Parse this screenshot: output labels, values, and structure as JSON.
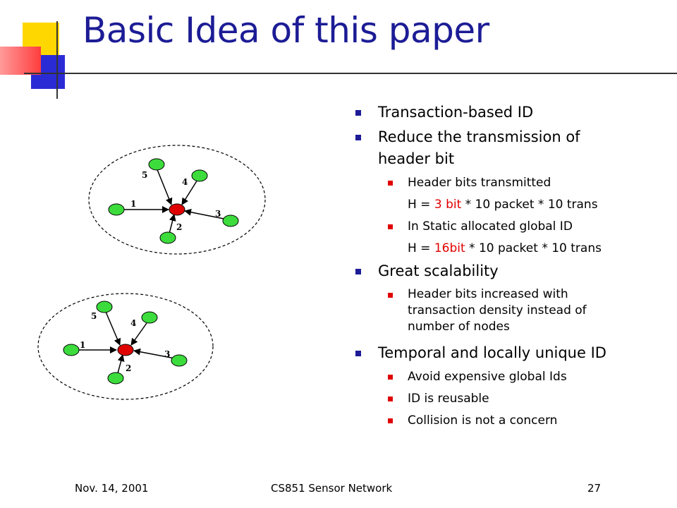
{
  "slide": {
    "title": "Basic Idea of this paper",
    "footer_left": "Nov. 14, 2001",
    "footer_center": "CS851 Sensor Network",
    "footer_right": "27",
    "colors": {
      "title": "#1c1c96",
      "bullet_l1": "#1c1c96",
      "bullet_l2": "#e00000",
      "highlight": "#e00000",
      "node": "#3cdc3c",
      "center_node": "#e00000"
    }
  },
  "bullets": {
    "b1": "Transaction-based ID",
    "b2_line1": "Reduce the transmission of",
    "b2_line2": "header bit",
    "b2_sub1": "Header bits transmitted",
    "b2_formula1_pre": "H = ",
    "b2_formula1_red": "3 bit",
    "b2_formula1_post": " * 10 packet * 10 trans",
    "b2_sub2": "In Static allocated global ID",
    "b2_formula2_pre": "H = ",
    "b2_formula2_red": "16bit",
    "b2_formula2_post": " * 10 packet * 10 trans",
    "b3": "Great scalability",
    "b3_sub1_line1": "Header bits increased with",
    "b3_sub1_line2": "transaction density instead of",
    "b3_sub1_line3": "number of nodes",
    "b4": "Temporal and locally unique ID",
    "b4_sub1": "Avoid expensive global Ids",
    "b4_sub2": "ID is reusable",
    "b4_sub3": "Collision is not a concern"
  },
  "diagrams": {
    "top": {
      "labels": [
        "5",
        "4",
        "1",
        "3",
        "2"
      ]
    },
    "bottom": {
      "labels": [
        "5",
        "4",
        "1",
        "3",
        "2"
      ]
    }
  }
}
